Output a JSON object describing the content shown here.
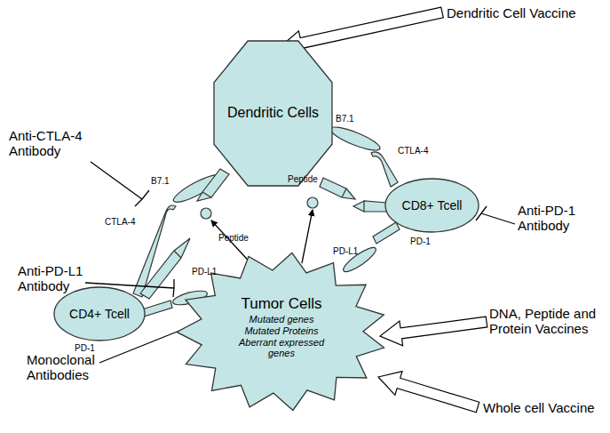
{
  "diagram": {
    "nodes": [
      {
        "text": [
          "Dendritic Cells"
        ]
      },
      {
        "text": [
          "CD4+ Tcell"
        ]
      },
      {
        "text": [
          "CD8+ Tcell"
        ]
      },
      {
        "text": [
          "Tumor Cells",
          "Mutated genes Mutated Proteins Aberrant expressed genes"
        ]
      }
    ],
    "labels": [
      "Dendritic Cell Vaccine",
      "Anti-CTLA-4 Antibody",
      "B7.1",
      "CTLA-4",
      "Peptide",
      "B7.1",
      "Peptide",
      "CTLA-4",
      "PD-1",
      "PD-L1",
      "PD-1",
      "PD-L1",
      "Anti-PD-1 Antibody",
      "Anti-PD-L1 Antibody",
      "Monoclonal Antibodies",
      "DNA, Peptide and Protein Vaccines",
      "Whole cell Vaccine"
    ]
  }
}
